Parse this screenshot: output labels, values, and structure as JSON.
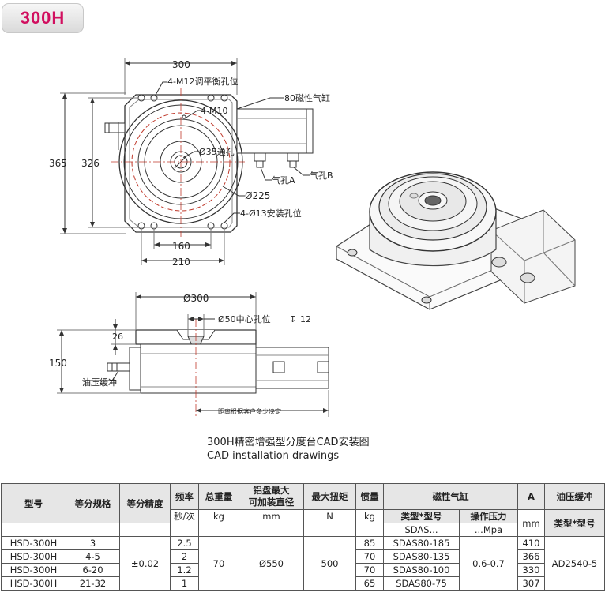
{
  "title_badge": "300H",
  "top_view": {
    "dim_width": "300",
    "dim_height_outer": "365",
    "dim_height_inner": "326",
    "dim_hole_spacing": "160",
    "dim_base": "210",
    "note_balance_holes": "4-M12调平衡孔位",
    "note_m10": "4-M10",
    "note_cylinder": "80磁性气缸",
    "note_center_hole": "Ø35通孔",
    "note_diameter": "Ø225",
    "note_mount_holes": "4-Ø13安装孔位",
    "note_port_a": "气孔A",
    "note_port_b": "气孔B"
  },
  "side_view": {
    "dim_diameter": "Ø300",
    "note_center_hole": "Ø50中心孔位",
    "note_depth": "12",
    "dim_26": "26",
    "dim_150": "150",
    "note_buffer": "油压缓冲",
    "note_distance": "距离根据客户多少决定"
  },
  "caption": {
    "cn": "300H精密增强型分度台CAD安装图",
    "en": "CAD installation drawings"
  },
  "table": {
    "headers": {
      "model": "型号",
      "division": "等分规格",
      "accuracy": "等分精度",
      "frequency": "频率",
      "weight": "总重量",
      "plate_line1": "铝盘最大",
      "plate_line2": "可加装直径",
      "torque": "最大扭矩",
      "inertia": "惯量",
      "cylinder": "磁性气缸",
      "cyl_type": "类型*型号",
      "cyl_pressure": "操作压力",
      "a": "A",
      "buffer": "油压缓冲",
      "buffer_type": "类型*型号"
    },
    "units": {
      "frequency": "秒/次",
      "weight": "kg",
      "plate": "mm",
      "torque": "N",
      "inertia": "kg",
      "cyl_type": "SDAS...",
      "cyl_pressure": "...Mpa",
      "a": "mm"
    },
    "shared": {
      "accuracy": "±0.02",
      "weight": "70",
      "plate": "Ø550",
      "torque": "500",
      "pressure": "0.6-0.7",
      "buffer": "AD2540-5"
    },
    "rows": [
      {
        "model": "HSD-300H",
        "division": "3",
        "frequency": "2.5",
        "inertia": "85",
        "cylinder": "SDAS80-185",
        "a": "410"
      },
      {
        "model": "HSD-300H",
        "division": "4-5",
        "frequency": "2",
        "inertia": "70",
        "cylinder": "SDAS80-135",
        "a": "366"
      },
      {
        "model": "HSD-300H",
        "division": "6-20",
        "frequency": "1.2",
        "inertia": "70",
        "cylinder": "SDAS80-100",
        "a": "330"
      },
      {
        "model": "HSD-300H",
        "division": "21-32",
        "frequency": "1",
        "inertia": "65",
        "cylinder": "SDAS80-75",
        "a": "307"
      }
    ]
  }
}
